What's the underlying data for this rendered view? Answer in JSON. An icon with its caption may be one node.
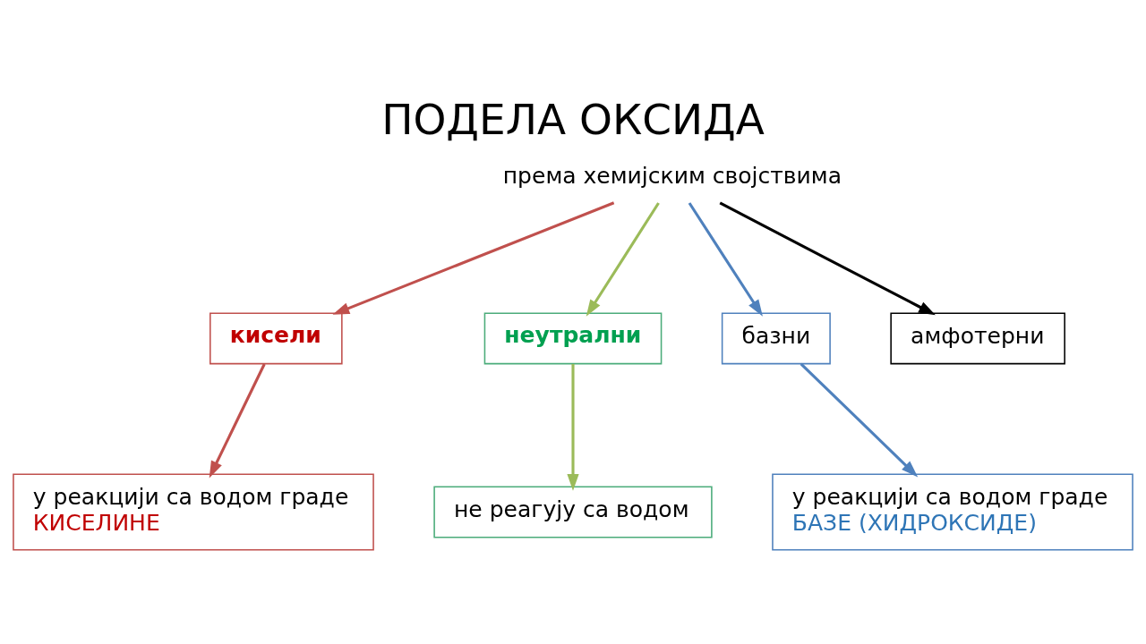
{
  "diagram": {
    "title": "ПОДЕЛА ОКСИДА",
    "nodes": [
      {
        "text": [
          "према хемијским својствима"
        ]
      },
      {
        "text": [
          "кисели"
        ]
      },
      {
        "text": [
          "неутрални"
        ]
      },
      {
        "text": [
          "базни"
        ]
      },
      {
        "text": [
          "амфотерни"
        ]
      },
      {
        "text": [
          "у реакцији са водом граде",
          "КИСЕЛИНЕ"
        ]
      },
      {
        "text": [
          "не реагују са водом"
        ]
      },
      {
        "text": [
          "у реакцији са водом граде",
          "БАЗЕ (ХИДРОКСИДЕ)"
        ]
      }
    ],
    "edges": [
      {
        "from": 0,
        "to": 1,
        "arrow": "to",
        "color": "#c0504d"
      },
      {
        "from": 0,
        "to": 2,
        "arrow": "to",
        "color": "#9bbb59"
      },
      {
        "from": 0,
        "to": 3,
        "arrow": "to",
        "color": "#4f81bd"
      },
      {
        "from": 0,
        "to": 4,
        "arrow": "to",
        "color": "#000000"
      },
      {
        "from": 1,
        "to": 5,
        "arrow": "to",
        "color": "#c0504d"
      },
      {
        "from": 2,
        "to": 6,
        "arrow": "to",
        "color": "#9bbb59"
      },
      {
        "from": 3,
        "to": 7,
        "arrow": "to",
        "color": "#4f81bd"
      }
    ]
  }
}
